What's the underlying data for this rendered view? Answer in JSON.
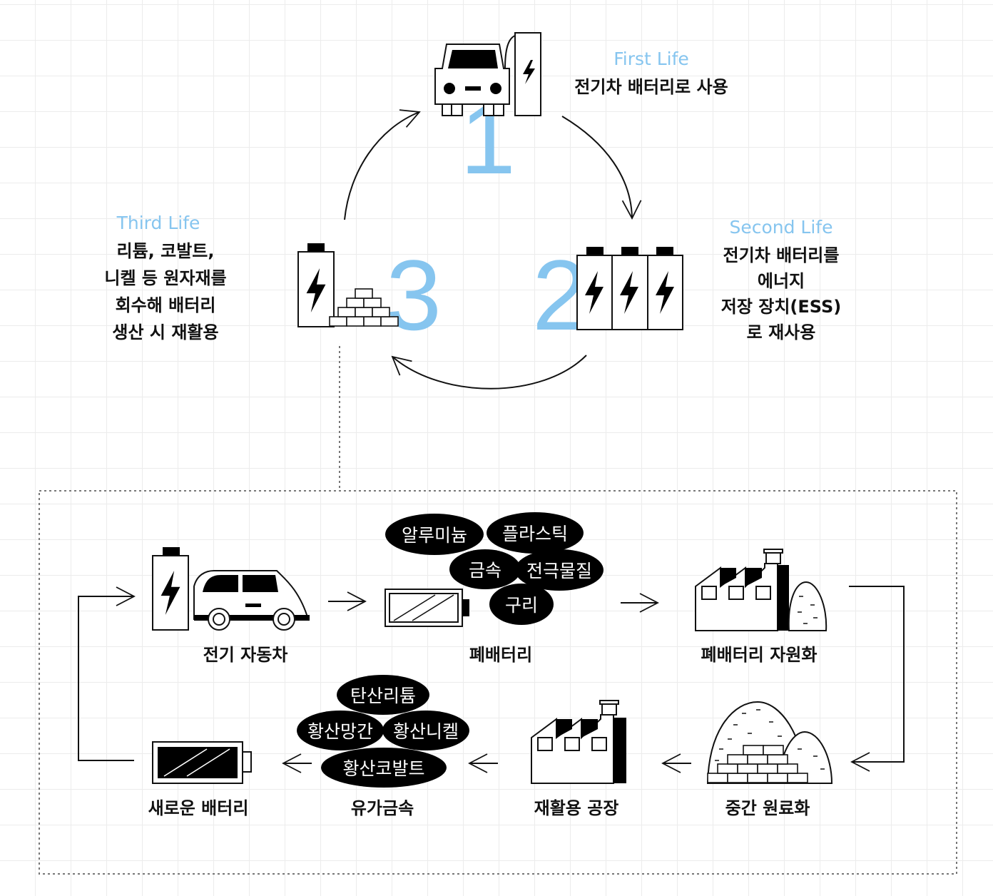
{
  "cycle": {
    "first": {
      "number": "1",
      "title": "First Life",
      "desc": "전기차 배터리로 사용"
    },
    "second": {
      "number": "2",
      "title": "Second Life",
      "lines": [
        "전기차 배터리를",
        "에너지",
        "저장 장치(ESS)",
        "로 재사용"
      ]
    },
    "third": {
      "number": "3",
      "title": "Third Life",
      "lines": [
        "리튬, 코발트,",
        "니켈 등 원자재를",
        "회수해 배터리",
        "생산 시 재활용"
      ]
    }
  },
  "process": {
    "ev": "전기 자동차",
    "waste_battery": "폐배터리",
    "recycling": "폐배터리 자원화",
    "intermediate": "중간 원료화",
    "factory": "재활용 공장",
    "valuable_metals": "유가금속",
    "new_battery": "새로운 배터리"
  },
  "waste_materials": [
    "알루미늄",
    "플라스틱",
    "금속",
    "전극물질",
    "구리"
  ],
  "metal_materials": [
    "탄산리튬",
    "황산망간",
    "황산니켈",
    "황산코발트"
  ],
  "colors": {
    "accent": "#86c5ef",
    "ink": "#111111",
    "grid": "#ececec"
  }
}
